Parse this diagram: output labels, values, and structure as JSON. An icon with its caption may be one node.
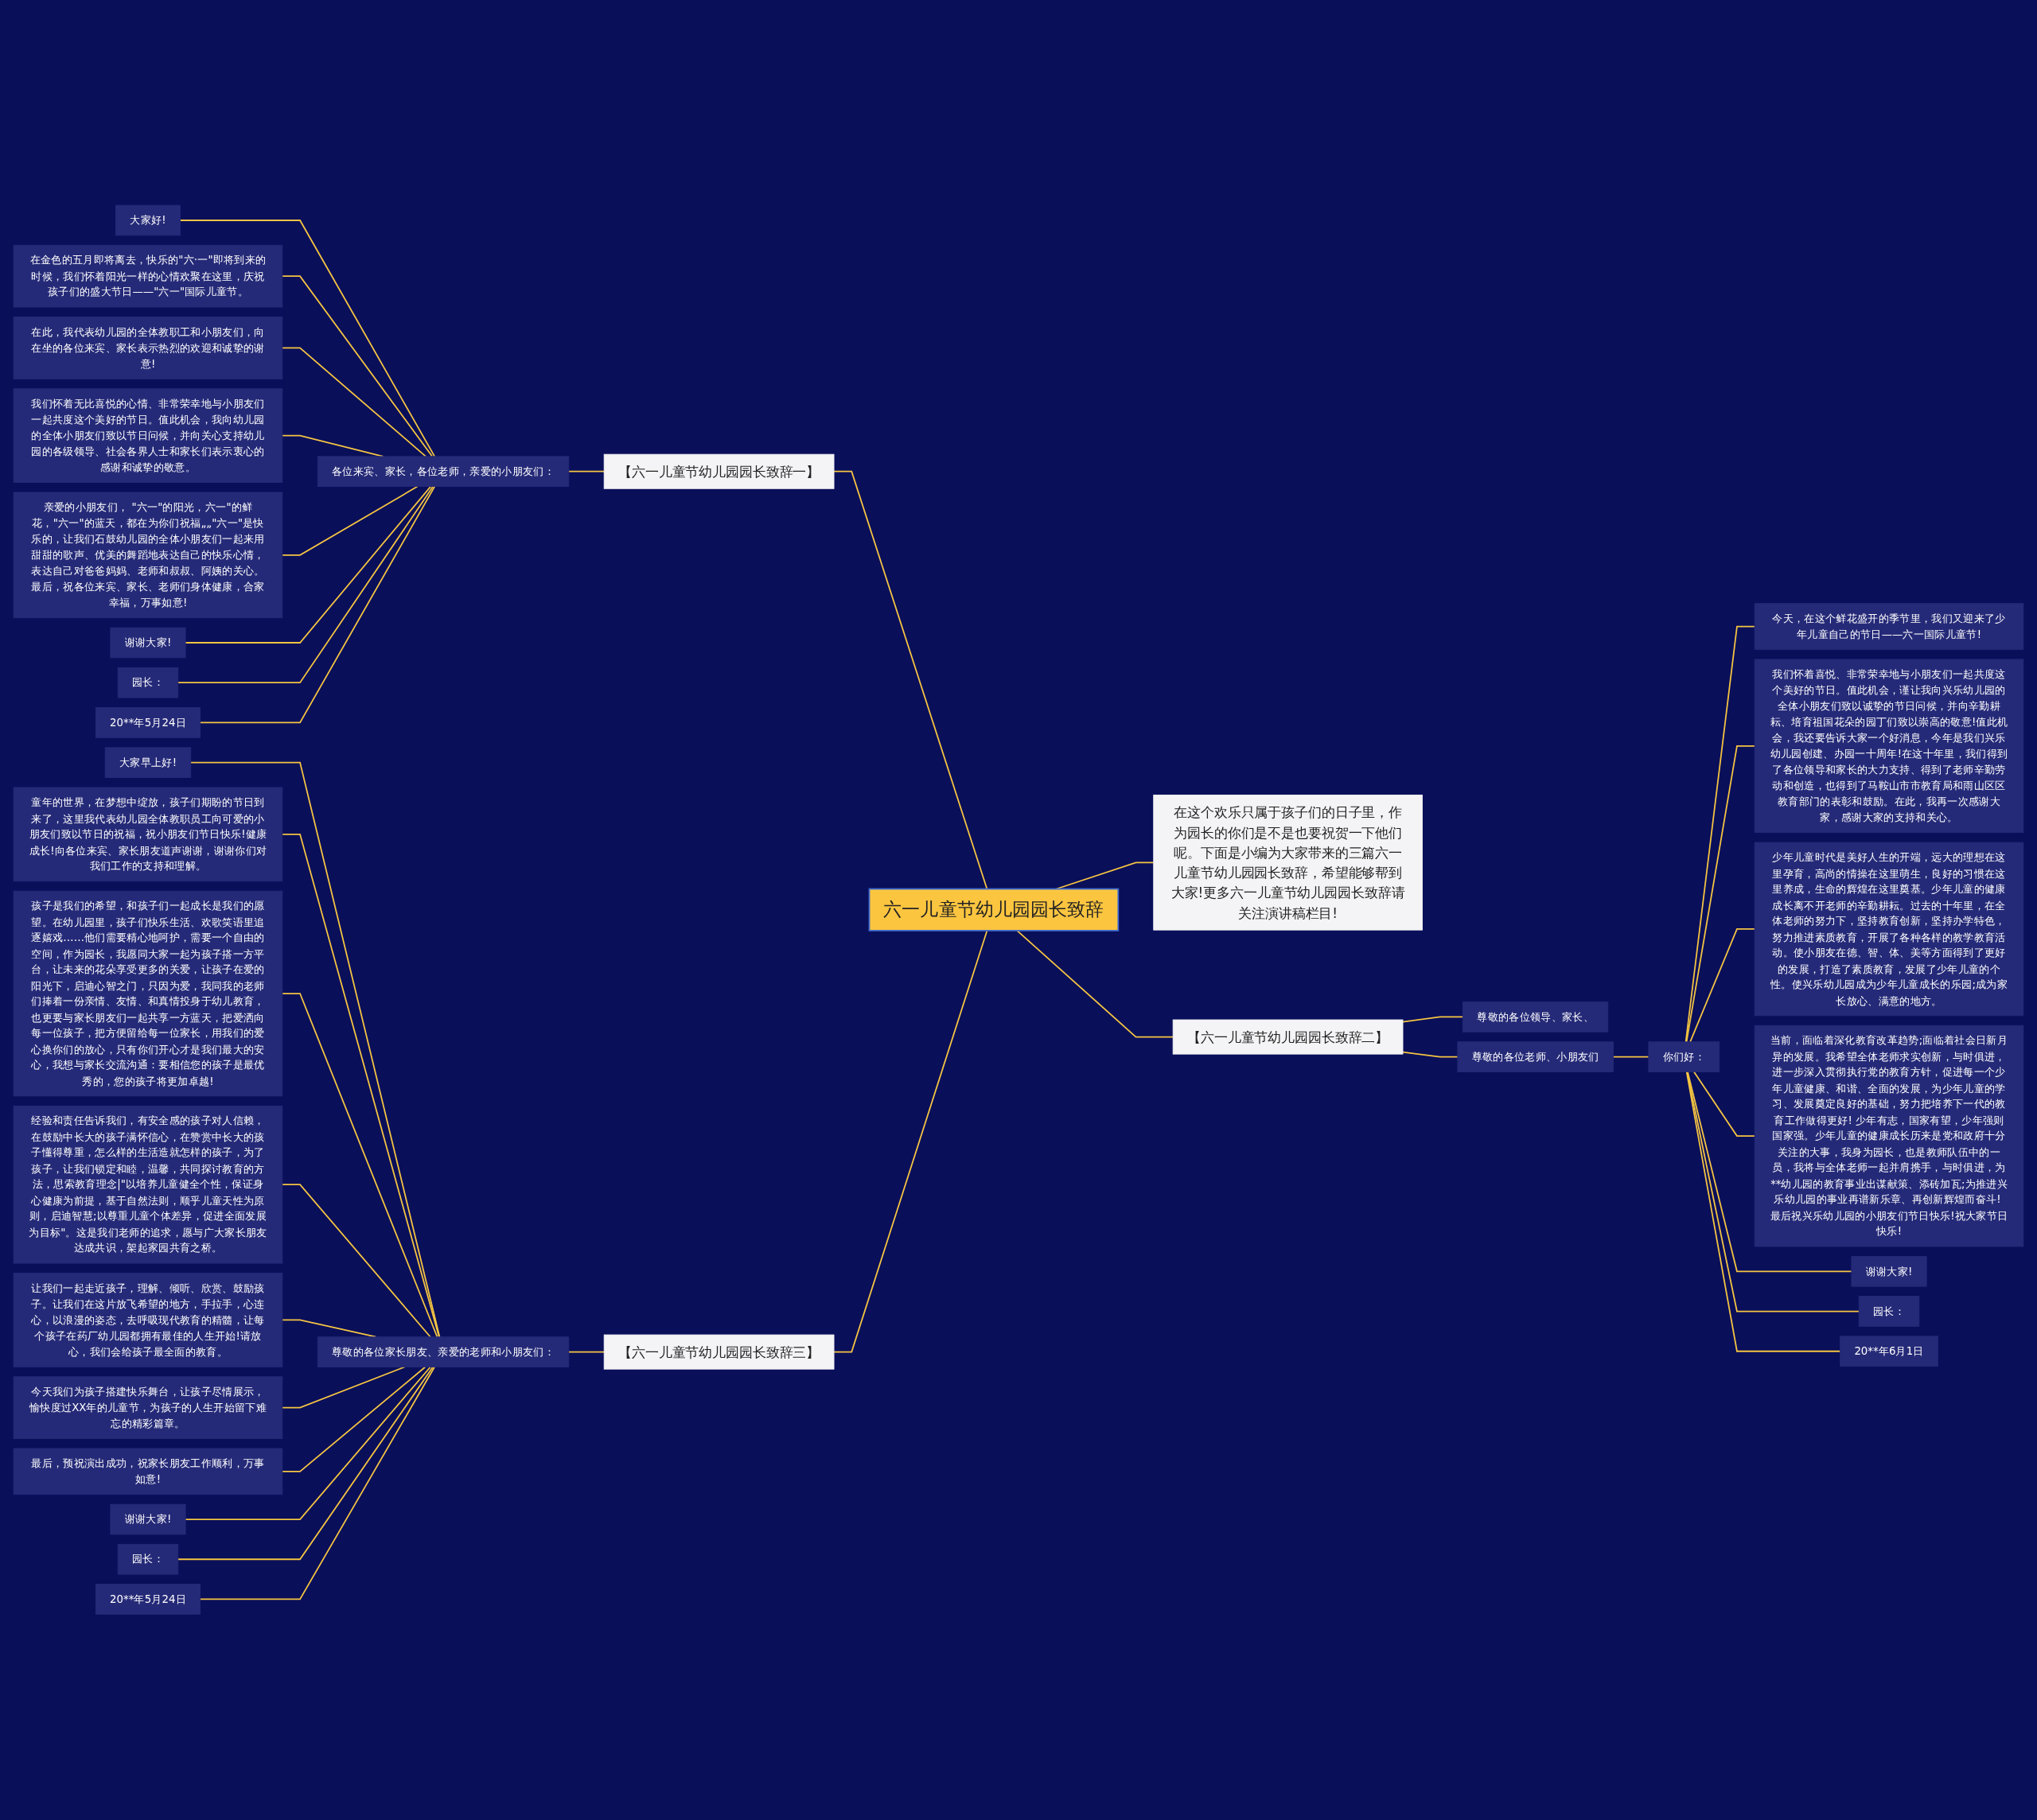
{
  "diagram": {
    "nodes": [
      {
        "text": [
          "六一儿童节幼儿园园长致辞"
        ]
      },
      {
        "text": [
          "在这个欢乐只属于孩子们的日子里，作为园长的你们是不是也要祝贺一下他们呢。下面是小编为大家带来的三篇六一儿童节幼儿园园长致辞，希望能够帮到大家!更多六一儿童节幼儿园园长致辞请关注演讲稿栏目!"
        ]
      },
      {
        "text": [
          "【六一儿童节幼儿园园长致辞一】"
        ]
      },
      {
        "text": [
          "各位来宾、家长，各位老师，亲爱的小朋友们："
        ]
      },
      {
        "text": [
          "大家好!"
        ]
      },
      {
        "text": [
          "在金色的五月即将离去，快乐的\"六·一\"即将到来的时候，我们怀着阳光一样的心情欢聚在这里，庆祝孩子们的盛大节日——\"六一\"国际儿童节。"
        ]
      },
      {
        "text": [
          "在此，我代表幼儿园的全体教职工和小朋友们，向在坐的各位来宾、家长表示热烈的欢迎和诚挚的谢意!"
        ]
      },
      {
        "text": [
          "我们怀着无比喜悦的心情、非常荣幸地与小朋友们一起共度这个美好的节日。值此机会，我向幼儿园的全体小朋友们致以节日问候，并向关心支持幼儿园的各级领导、社会各界人士和家长们表示衷心的感谢和诚挚的敬意。"
        ]
      },
      {
        "text": [
          "亲爱的小朋友们， \"六一\"的阳光，六一\"的鲜花，\"六一\"的蓝天，都在为你们祝福„„\"六一\"是快乐的，让我们石鼓幼儿园的全体小朋友们一起来用甜甜的歌声、优美的舞蹈地表达自己的快乐心情，表达自己对爸爸妈妈、老师和叔叔、阿姨的关心。最后，祝各位来宾、家长、老师们身体健康，合家幸福，万事如意!"
        ]
      },
      {
        "text": [
          "谢谢大家!"
        ]
      },
      {
        "text": [
          "园长："
        ]
      },
      {
        "text": [
          "20**年5月24日"
        ]
      },
      {
        "text": [
          "【六一儿童节幼儿园园长致辞三】"
        ]
      },
      {
        "text": [
          "尊敬的各位家长朋友、亲爱的老师和小朋友们："
        ]
      },
      {
        "text": [
          "大家早上好!"
        ]
      },
      {
        "text": [
          "童年的世界，在梦想中绽放，孩子们期盼的节日到来了，这里我代表幼儿园全体教职员工向可爱的小朋友们致以节日的祝福，祝小朋友们节日快乐!健康成长!向各位来宾、家长朋友道声谢谢，谢谢你们对我们工作的支持和理解。"
        ]
      },
      {
        "text": [
          "孩子是我们的希望，和孩子们一起成长是我们的愿望。在幼儿园里，孩子们快乐生活、欢歌笑语里追逐嬉戏……他们需要精心地呵护，需要一个自由的空间，作为园长，我愿同大家一起为孩子搭一方平台，让未来的花朵享受更多的关爱，让孩子在爱的阳光下，启迪心智之门，只因为爱，我同我的老师们捧着一份亲情、友情、和真情投身于幼儿教育，也更要与家长朋友们一起共享一方蓝天，把爱洒向每一位孩子，把方便留给每一位家长，用我们的爱心换你们的放心，只有你们开心才是我们最大的安心，我想与家长交流沟通：要相信您的孩子是最优秀的，您的孩子将更加卓越!"
        ]
      },
      {
        "text": [
          "经验和责任告诉我们，有安全感的孩子对人信赖，在鼓励中长大的孩子满怀信心，在赞赏中长大的孩子懂得尊重，怎么样的生活造就怎样的孩子，为了孩子，让我们锁定和睦，温馨，共同探讨教育的方法，思索教育理念|\"以培养儿童健全个性，保证身心健康为前提，基于自然法则，顺乎儿童天性为原则，启迪智慧;以尊重儿童个体差异，促进全面发展为目标\"。这是我们老师的追求，愿与广大家长朋友达成共识，架起家园共育之桥。"
        ]
      },
      {
        "text": [
          "让我们一起走近孩子，理解、倾听、欣赏、鼓励孩子。让我们在这片放飞希望的地方，手拉手，心连心，以浪漫的姿态，去呼吸现代教育的精髓，让每个孩子在药厂幼儿园都拥有最佳的人生开始!请放心，我们会给孩子最全面的教育。"
        ]
      },
      {
        "text": [
          "今天我们为孩子搭建快乐舞台，让孩子尽情展示，愉快度过XX年的儿童节，为孩子的人生开始留下难忘的精彩篇章。"
        ]
      },
      {
        "text": [
          "最后，预祝演出成功，祝家长朋友工作顺利，万事如意!"
        ]
      },
      {
        "text": [
          "谢谢大家!"
        ]
      },
      {
        "text": [
          "园长："
        ]
      },
      {
        "text": [
          "20**年5月24日"
        ]
      },
      {
        "text": [
          "【六一儿童节幼儿园园长致辞二】"
        ]
      },
      {
        "text": [
          "尊敬的各位领导、家长、"
        ]
      },
      {
        "text": [
          "尊敬的各位老师、小朋友们"
        ]
      },
      {
        "text": [
          "你们好："
        ]
      },
      {
        "text": [
          "今天，在这个鲜花盛开的季节里，我们又迎来了少年儿童自己的节日——六一国际儿童节!"
        ]
      },
      {
        "text": [
          "我们怀着喜悦、非常荣幸地与小朋友们一起共度这个美好的节日。值此机会，谨让我向兴乐幼儿园的全体小朋友们致以诚挚的节日问候，并向辛勤耕耘、培育祖国花朵的园丁们致以崇高的敬意!值此机会，我还要告诉大家一个好消息，今年是我们兴乐幼儿园创建、办园一十周年!在这十年里，我们得到了各位领导和家长的大力支持、得到了老师辛勤劳动和创造，也得到了马鞍山市市教育局和雨山区区教育部门的表彰和鼓励。在此，我再一次感谢大家，感谢大家的支持和关心。"
        ]
      },
      {
        "text": [
          "少年儿童时代是美好人生的开端，远大的理想在这里孕育，高尚的情操在这里萌生，良好的习惯在这里养成，生命的辉煌在这里奠基。少年儿童的健康成长离不开老师的辛勤耕耘。过去的十年里，在全体老师的努力下，坚持教育创新，坚持办学特色，努力推进素质教育，开展了各种各样的教学教育活动。使小朋友在德、智、体、美等方面得到了更好的发展，打造了素质教育，发展了少年儿童的个性。使兴乐幼儿园成为少年儿童成长的乐园;成为家长放心、满意的地方。"
        ]
      },
      {
        "text": [
          "当前，面临着深化教育改革趋势;面临着社会日新月异的发展。我希望全体老师求实创新，与时俱进，进一步深入贯彻执行党的教育方针，促进每一个少年儿童健康、和谐、全面的发展，为少年儿童的学习、发展奠定良好的基础，努力把培养下一代的教育工作做得更好! 少年有志，国家有望，少年强则国家强。少年儿童的健康成长历来是党和政府十分关注的大事，我身为园长，也是教师队伍中的一员，我将与全体老师一起并肩携手，与时俱进，为**幼儿园的教育事业出谋献策、添砖加瓦;为推进兴乐幼儿园的事业再谱新乐章、再创新辉煌而奋斗! 最后祝兴乐幼儿园的小朋友们节日快乐!祝大家节日快乐!"
        ]
      },
      {
        "text": [
          "谢谢大家!"
        ]
      },
      {
        "text": [
          "园长："
        ]
      },
      {
        "text": [
          "20**年6月1日"
        ]
      }
    ],
    "edges": [
      {
        "from": 0,
        "to": 1,
        "arrow": "none"
      },
      {
        "from": 0,
        "to": 2,
        "arrow": "none"
      },
      {
        "from": 2,
        "to": 3,
        "arrow": "none"
      },
      {
        "from": 3,
        "to": 4,
        "arrow": "none"
      },
      {
        "from": 3,
        "to": 5,
        "arrow": "none"
      },
      {
        "from": 3,
        "to": 6,
        "arrow": "none"
      },
      {
        "from": 3,
        "to": 7,
        "arrow": "none"
      },
      {
        "from": 3,
        "to": 8,
        "arrow": "none"
      },
      {
        "from": 3,
        "to": 9,
        "arrow": "none"
      },
      {
        "from": 3,
        "to": 10,
        "arrow": "none"
      },
      {
        "from": 3,
        "to": 11,
        "arrow": "none"
      },
      {
        "from": 0,
        "to": 12,
        "arrow": "none"
      },
      {
        "from": 12,
        "to": 13,
        "arrow": "none"
      },
      {
        "from": 13,
        "to": 14,
        "arrow": "none"
      },
      {
        "from": 13,
        "to": 15,
        "arrow": "none"
      },
      {
        "from": 13,
        "to": 16,
        "arrow": "none"
      },
      {
        "from": 13,
        "to": 17,
        "arrow": "none"
      },
      {
        "from": 13,
        "to": 18,
        "arrow": "none"
      },
      {
        "from": 13,
        "to": 19,
        "arrow": "none"
      },
      {
        "from": 13,
        "to": 20,
        "arrow": "none"
      },
      {
        "from": 13,
        "to": 21,
        "arrow": "none"
      },
      {
        "from": 13,
        "to": 22,
        "arrow": "none"
      },
      {
        "from": 13,
        "to": 23,
        "arrow": "none"
      },
      {
        "from": 0,
        "to": 24,
        "arrow": "none"
      },
      {
        "from": 24,
        "to": 25,
        "arrow": "none"
      },
      {
        "from": 24,
        "to": 26,
        "arrow": "none"
      },
      {
        "from": 26,
        "to": 27,
        "arrow": "none"
      },
      {
        "from": 27,
        "to": 28,
        "arrow": "none"
      },
      {
        "from": 27,
        "to": 29,
        "arrow": "none"
      },
      {
        "from": 27,
        "to": 30,
        "arrow": "none"
      },
      {
        "from": 27,
        "to": 31,
        "arrow": "none"
      },
      {
        "from": 27,
        "to": 32,
        "arrow": "none"
      },
      {
        "from": 27,
        "to": 33,
        "arrow": "none"
      },
      {
        "from": 27,
        "to": 34,
        "arrow": "none"
      }
    ]
  }
}
